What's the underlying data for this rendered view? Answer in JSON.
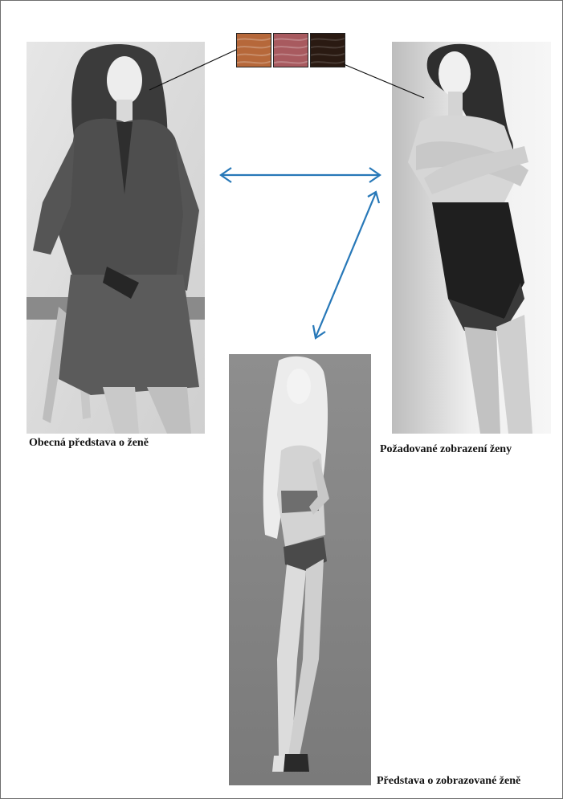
{
  "captions": {
    "general": "Obecná představa o ženě",
    "desired": "Požadované zobrazení ženy",
    "depicted": "Představa o zobrazované ženě"
  },
  "swatches": [
    {
      "name": "light-auburn",
      "color": "#b6683a"
    },
    {
      "name": "rose-red",
      "color": "#a85a5f"
    },
    {
      "name": "dark-brown",
      "color": "#2a1a12"
    }
  ],
  "colors": {
    "arrow": "#2778b8",
    "connector": "#111111",
    "border": "#6e6e6e"
  }
}
